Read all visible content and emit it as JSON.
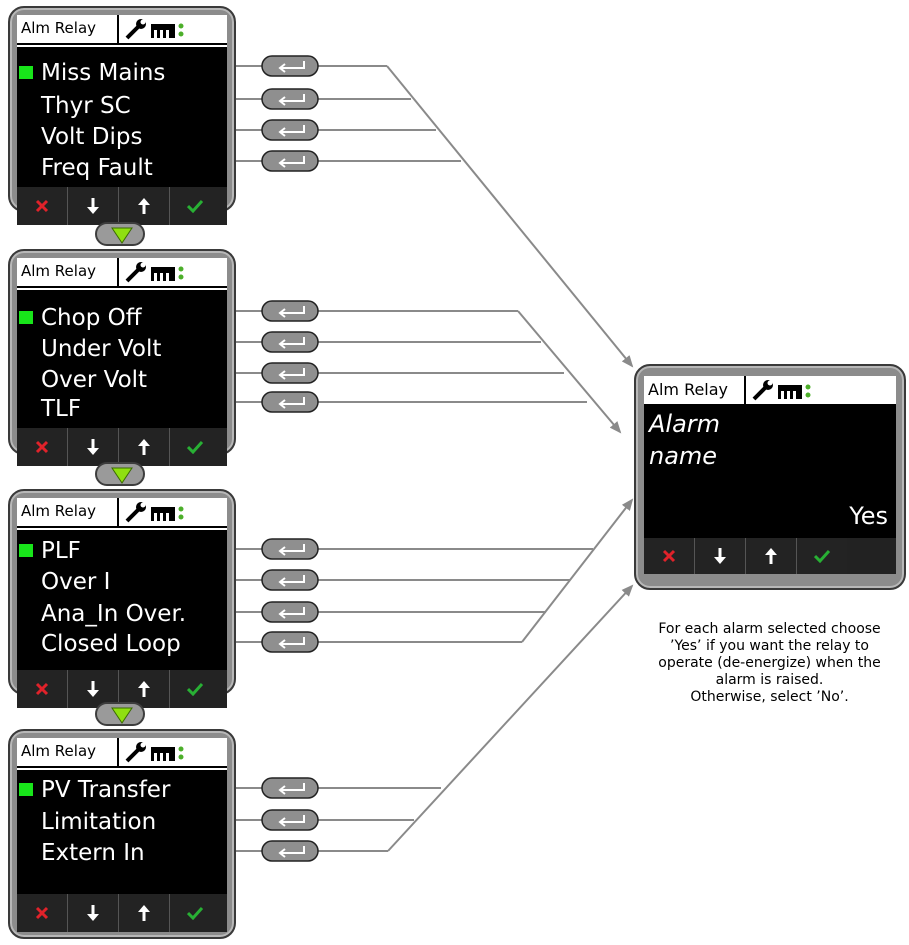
{
  "header_title": "Alm Relay",
  "screens": [
    {
      "items": [
        "Miss Mains",
        "Thyr SC",
        "Volt Dips",
        "Freq Fault"
      ]
    },
    {
      "items": [
        "Chop Off",
        "Under Volt",
        "Over Volt",
        "TLF"
      ]
    },
    {
      "items": [
        "PLF",
        "Over I",
        "Ana_In Over.",
        "Closed Loop"
      ]
    },
    {
      "items": [
        "PV Transfer",
        "Limitation",
        "Extern In"
      ]
    }
  ],
  "result_screen": {
    "line1": "Alarm",
    "line2": "name",
    "value": "Yes"
  },
  "caption": [
    "For each alarm selected choose",
    "’Yes’ if you want the relay to",
    "operate (de-energize) when the",
    "alarm is raised.",
    "Otherwise, select ’No’."
  ],
  "softkeys": [
    "cancel-icon",
    "down-arrow-icon",
    "up-arrow-icon",
    "confirm-icon"
  ],
  "colors": {
    "cursor": "#18e51a",
    "cancel": "#e0222a",
    "confirm": "#28b034",
    "scroll_arrow": "#8fe010"
  }
}
